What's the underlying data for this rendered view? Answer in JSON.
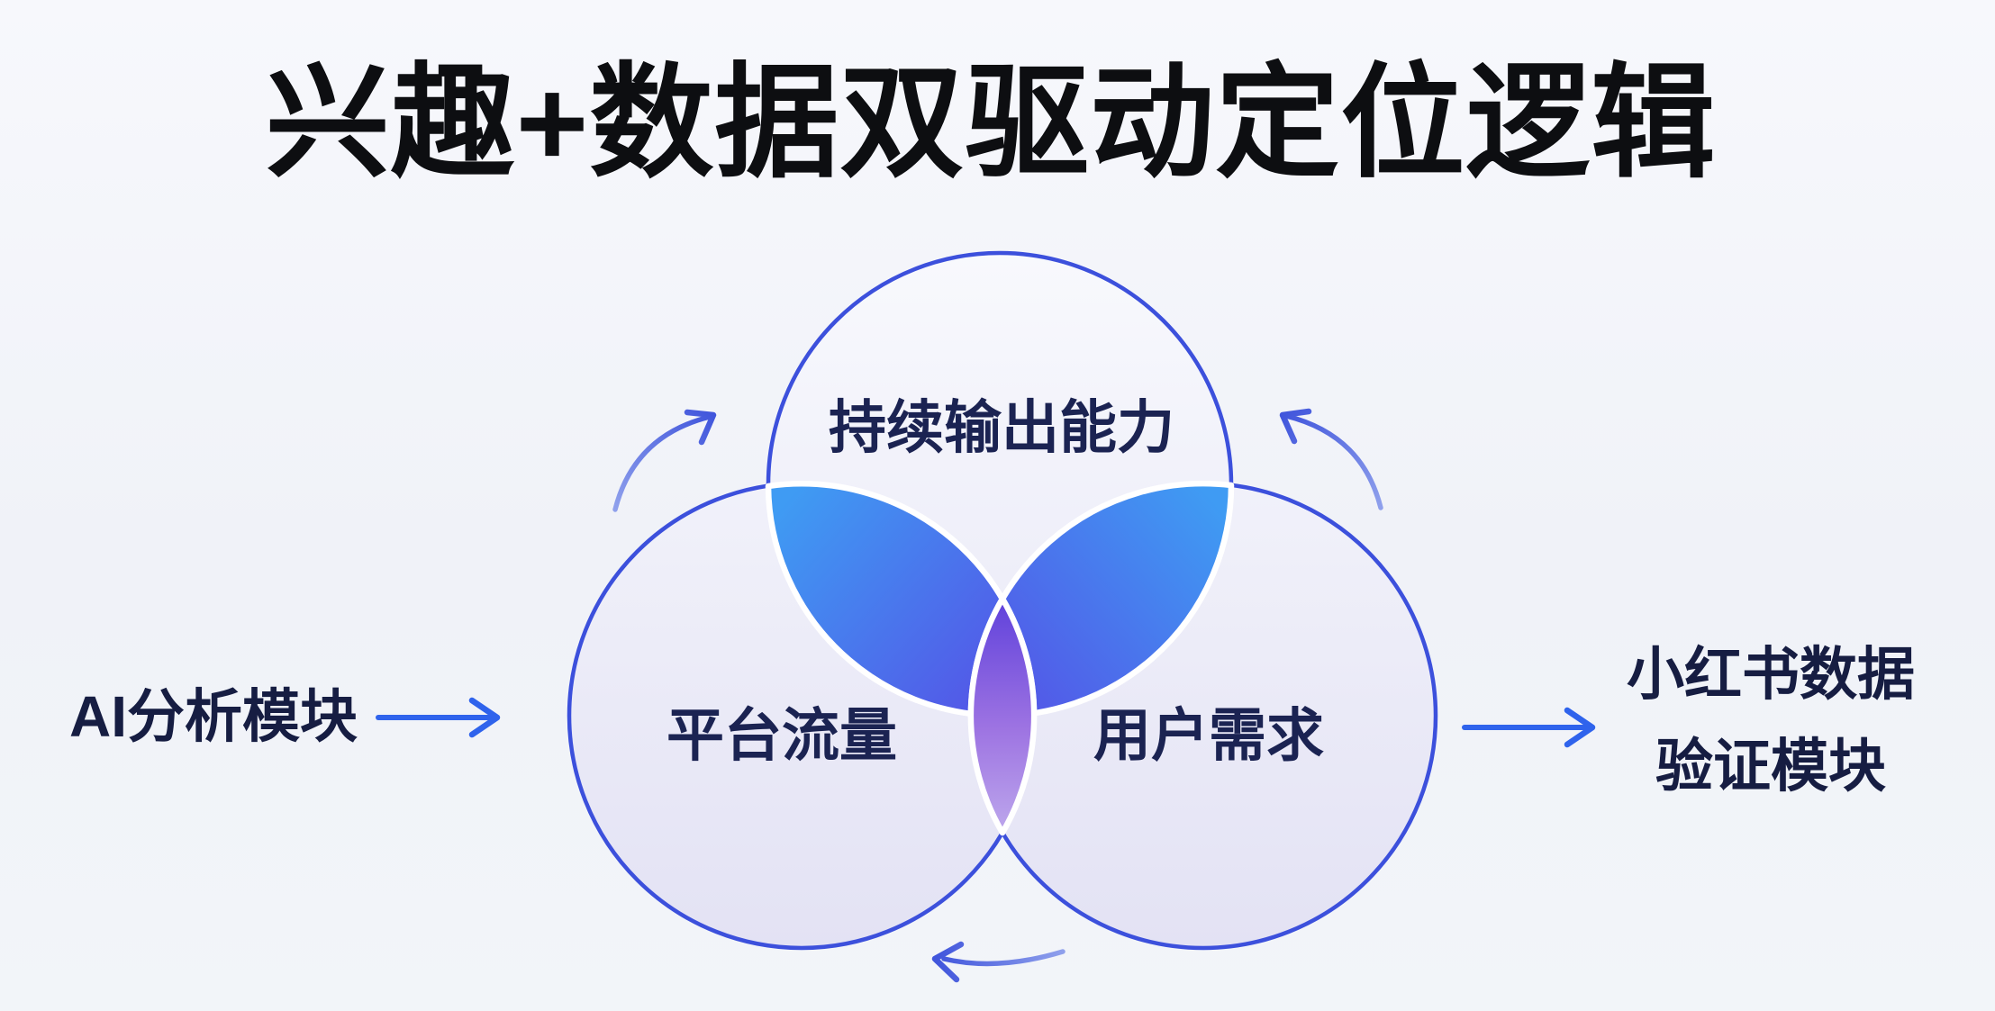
{
  "title": "兴趣+数据双驱动定位逻辑",
  "diagram": {
    "type": "venn-cycle",
    "circles": [
      {
        "id": "top",
        "label": "持续输出能力"
      },
      {
        "id": "left",
        "label": "平台流量"
      },
      {
        "id": "right",
        "label": "用户需求"
      }
    ],
    "external_modules": [
      {
        "id": "ai-analysis",
        "position": "left",
        "label": "AI分析模块"
      },
      {
        "id": "xhs-validation",
        "position": "right",
        "label_line1": "小红书数据",
        "label_line2": "验证模块"
      }
    ],
    "cycle_arrows": [
      {
        "id": "left",
        "direction": "up-right"
      },
      {
        "id": "right",
        "direction": "up-left"
      },
      {
        "id": "bottom",
        "direction": "left"
      }
    ]
  },
  "colors": {
    "background_top": "#F7F8FC",
    "background_bottom": "#F2F5F9",
    "title_text": "#0D0E11",
    "circle_label_text": "#1B2352",
    "module_label_text": "#161D42",
    "circle_stroke": "#3C50DC",
    "circle_fill_top": "#F8F9FD",
    "circle_fill_bottom": "#E3E2F4",
    "overlap_azure": "#3F9BF3",
    "overlap_indigo": "#5550E6",
    "overlap_violet_top": "#5F41DB",
    "overlap_violet_mid": "#9D73E2",
    "overlap_violet_bottom": "#BDA7EC",
    "overlap_border": "#FFFFFF",
    "arrow_straight": "#2F63EC",
    "arrow_curved_dark": "#4156DC",
    "arrow_curved_light": "#8FA0EC"
  }
}
